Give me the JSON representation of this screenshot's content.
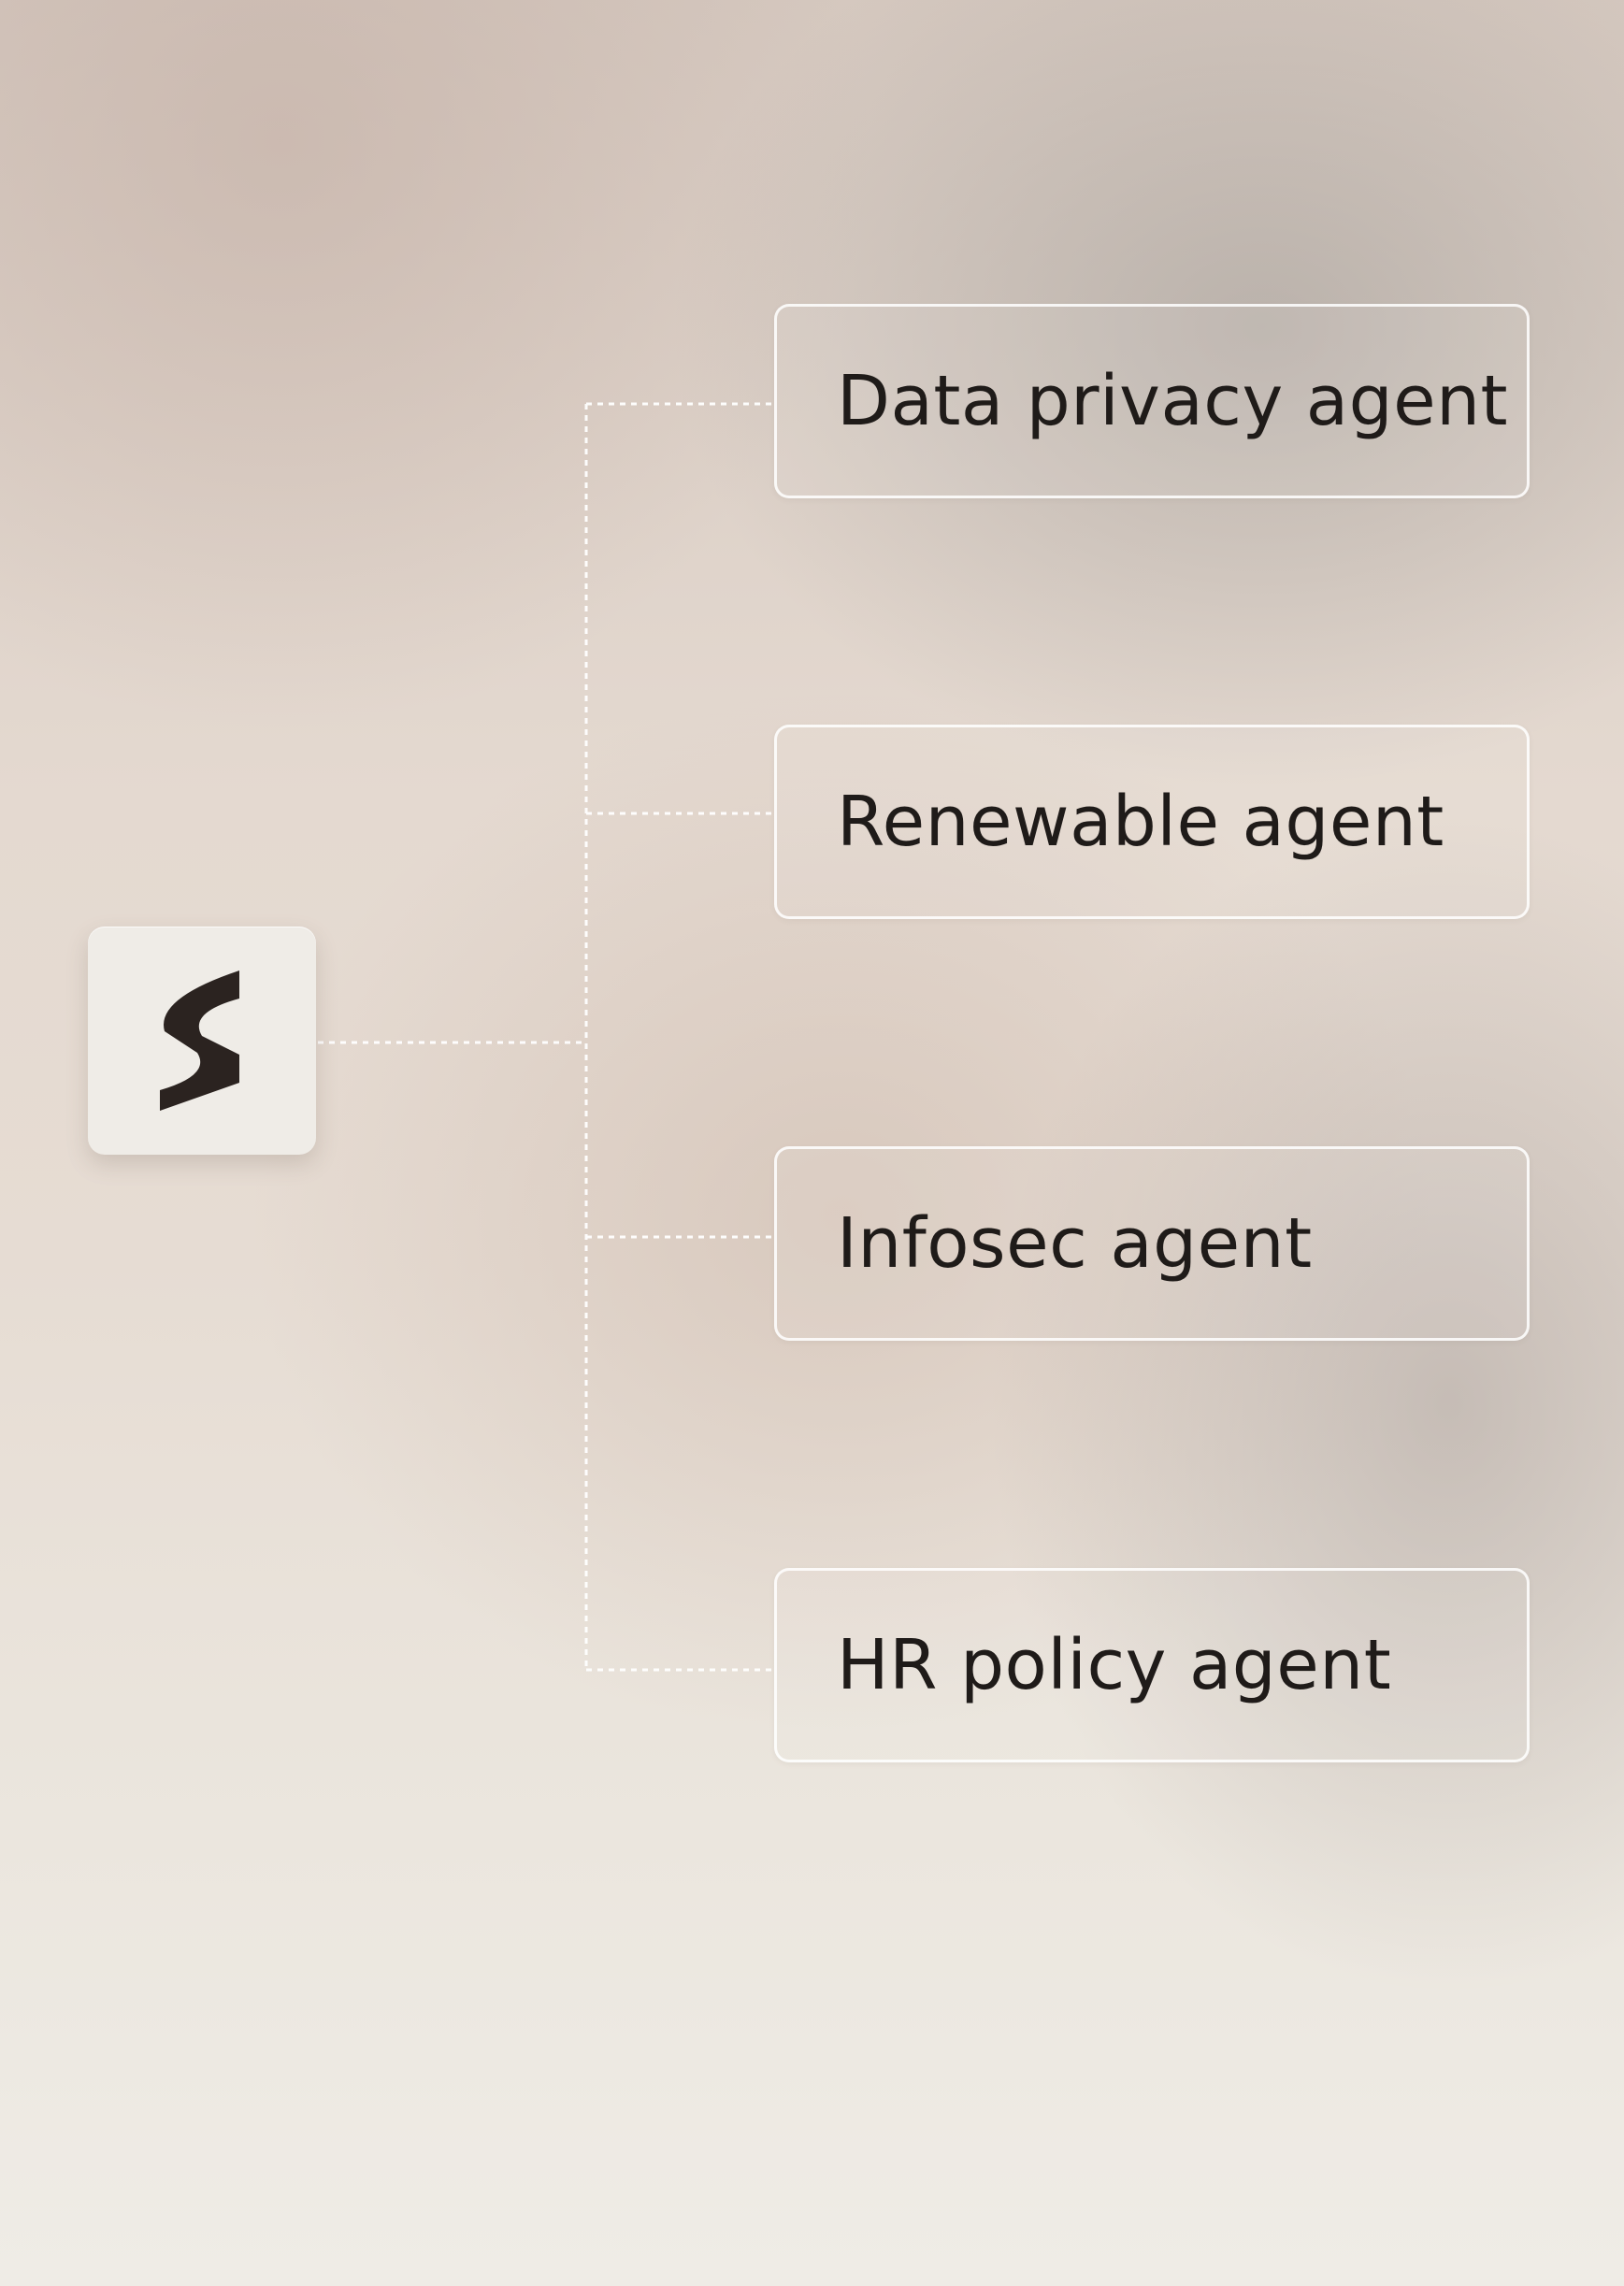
{
  "logo": {
    "icon": "s-logo-icon",
    "color": "#2b2320",
    "tile_color": "#efece7"
  },
  "agents": [
    {
      "label": "Data privacy agent"
    },
    {
      "label": "Renewable agent"
    },
    {
      "label": "Infosec agent"
    },
    {
      "label": "HR policy agent"
    }
  ],
  "colors": {
    "connector": "#ffffff",
    "text": "#1f1b19",
    "card_border": "#ffffff"
  }
}
